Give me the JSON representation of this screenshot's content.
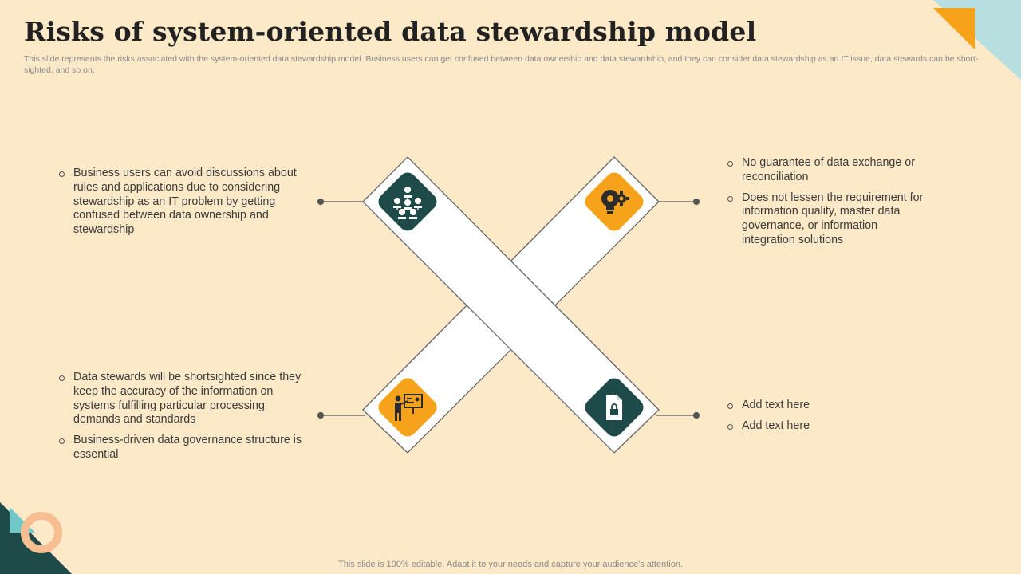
{
  "slide": {
    "title": "Risks of system-oriented data stewardship model",
    "subtitle": "This slide represents the risks associated with the system-oriented data stewardship model. Business users can get confused between data ownership and data stewardship, and they can consider data stewardship as an IT issue, data stewards can be short-sighted, and so on.",
    "footer": "This slide is 100% editable. Adapt it to your needs and capture your audience's attention."
  },
  "quadrants": {
    "top_left": [
      "Business users can avoid discussions about rules and applications due to considering stewardship as an IT problem by getting confused between data ownership and stewardship"
    ],
    "top_right": [
      "No guarantee of data exchange or reconciliation",
      "Does not lessen the requirement for information quality, master data governance, or information integration solutions"
    ],
    "bottom_left": [
      "Data stewards will be shortsighted since they keep the accuracy of the information on systems fulfilling particular processing demands and standards",
      "Business-driven data governance structure is essential"
    ],
    "bottom_right": [
      "Add text here",
      "Add text here"
    ]
  },
  "icons": {
    "top_left": "team-network-icon",
    "top_right": "lightbulb-gear-icon",
    "bottom_left": "presenter-board-icon",
    "bottom_right": "locked-document-icon"
  },
  "colors": {
    "background": "#FCE9C8",
    "dark_teal": "#1E4A4A",
    "orange": "#F7A21B",
    "light_teal": "#6FC7C7",
    "peach": "#F7BE91"
  }
}
